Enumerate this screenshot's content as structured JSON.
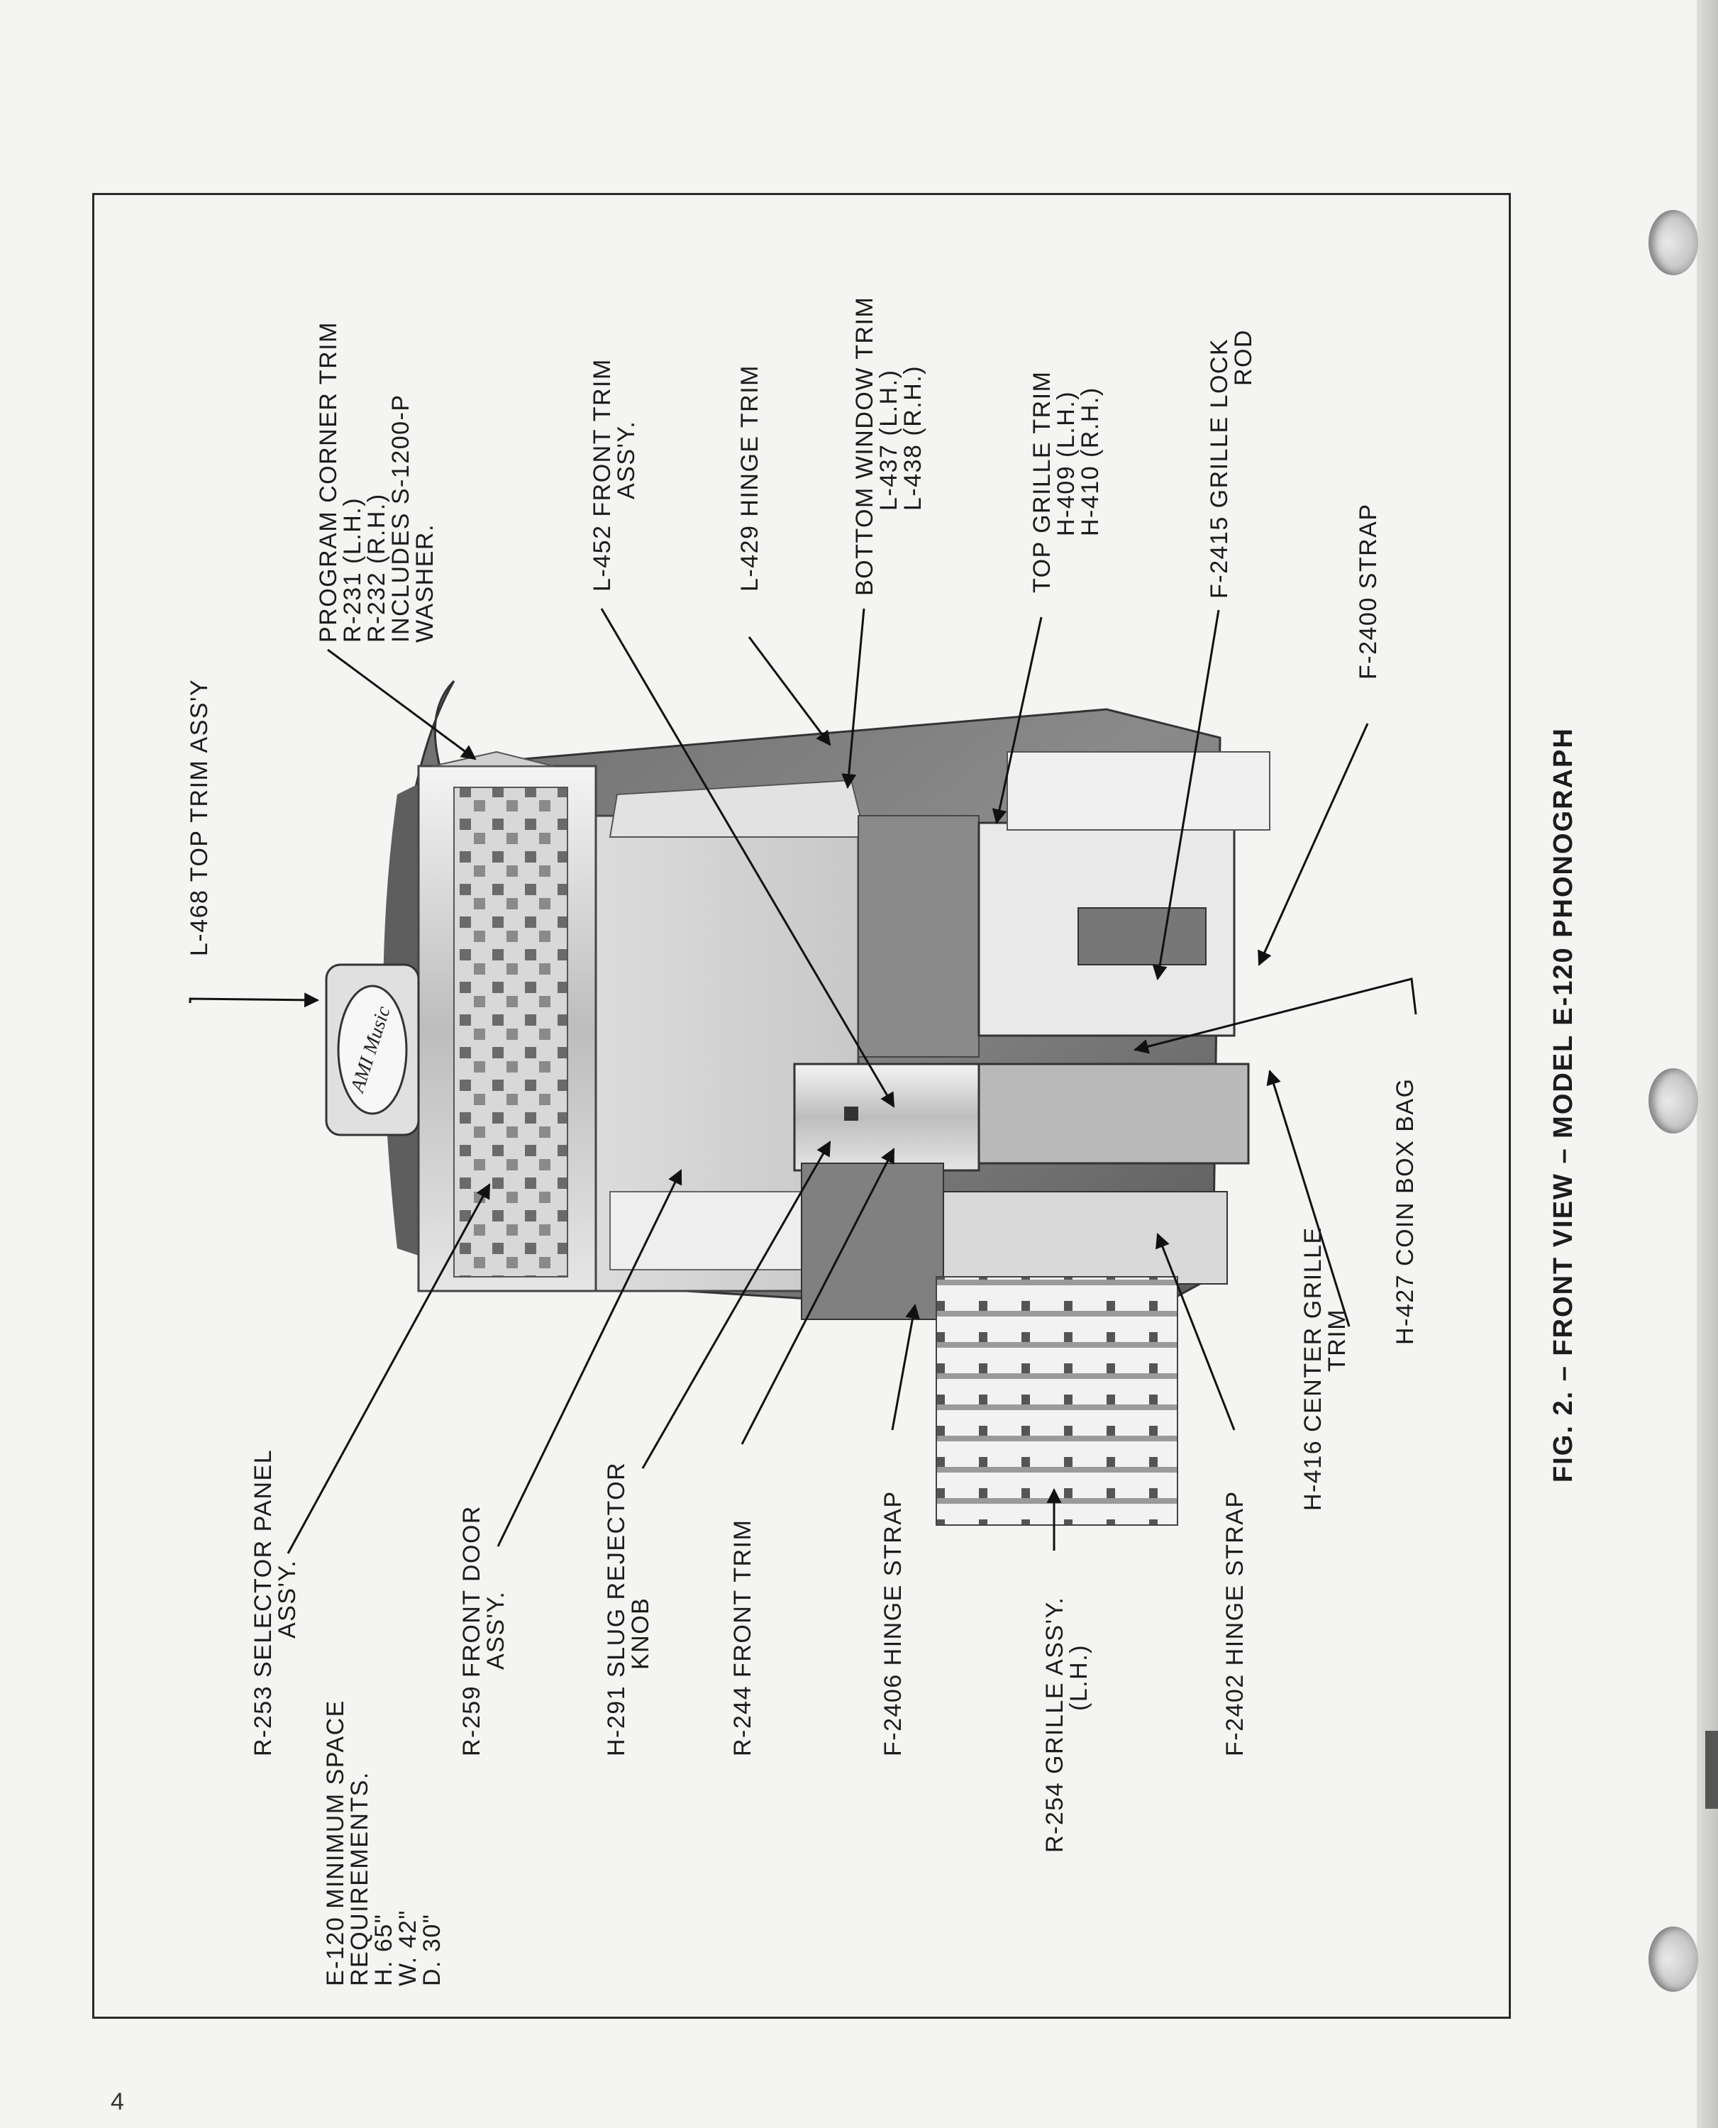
{
  "page_number": "4",
  "figure_caption": "FIG. 2. – FRONT VIEW – MODEL E-120 PHONOGRAPH",
  "machine_logo": "AMI Music",
  "requirements": {
    "line1": "E-120 MINIMUM SPACE",
    "line2": "REQUIREMENTS.",
    "height": "H. 65\"",
    "width": "W. 42\"",
    "depth": "D. 30\""
  },
  "labels_top": [
    {
      "id": "l468",
      "lines": [
        "L-468 TOP TRIM ASS'Y"
      ]
    },
    {
      "id": "r231",
      "lines": [
        "PROGRAM CORNER TRIM",
        "R-231 (L.H.)",
        "R-232 (R.H.)",
        "INCLUDES S-1200-P",
        "WASHER."
      ]
    },
    {
      "id": "l452",
      "lines": [
        "L-452 FRONT TRIM",
        "ASS'Y."
      ]
    },
    {
      "id": "l429",
      "lines": [
        "L-429 HINGE TRIM"
      ]
    },
    {
      "id": "l437",
      "lines": [
        "BOTTOM WINDOW TRIM",
        "L-437 (L.H.)",
        "L-438 (R.H.)"
      ]
    },
    {
      "id": "h409",
      "lines": [
        "TOP GRILLE TRIM",
        "H-409 (L.H.)",
        "H-410 (R.H.)"
      ]
    },
    {
      "id": "f2415",
      "lines": [
        "F-2415 GRILLE LOCK",
        "ROD"
      ]
    },
    {
      "id": "f2400",
      "lines": [
        "F-2400 STRAP"
      ]
    }
  ],
  "labels_right": [
    {
      "id": "h427",
      "lines": [
        "H-427 COIN BOX BAG"
      ]
    },
    {
      "id": "h416",
      "lines": [
        "H-416 CENTER GRILLE",
        "TRIM"
      ]
    }
  ],
  "labels_bottom": [
    {
      "id": "r253",
      "lines": [
        "R-253 SELECTOR PANEL",
        "ASS'Y."
      ]
    },
    {
      "id": "r259",
      "lines": [
        "R-259 FRONT DOOR",
        "ASS'Y."
      ]
    },
    {
      "id": "h291",
      "lines": [
        "H-291 SLUG REJECTOR",
        "KNOB"
      ]
    },
    {
      "id": "r244",
      "lines": [
        "R-244 FRONT TRIM"
      ]
    },
    {
      "id": "f2406",
      "lines": [
        "F-2406 HINGE STRAP"
      ]
    },
    {
      "id": "r254",
      "lines": [
        "R-254 GRILLE ASS'Y.",
        "(L.H.)"
      ]
    },
    {
      "id": "f2402",
      "lines": [
        "F-2402 HINGE STRAP"
      ]
    }
  ]
}
